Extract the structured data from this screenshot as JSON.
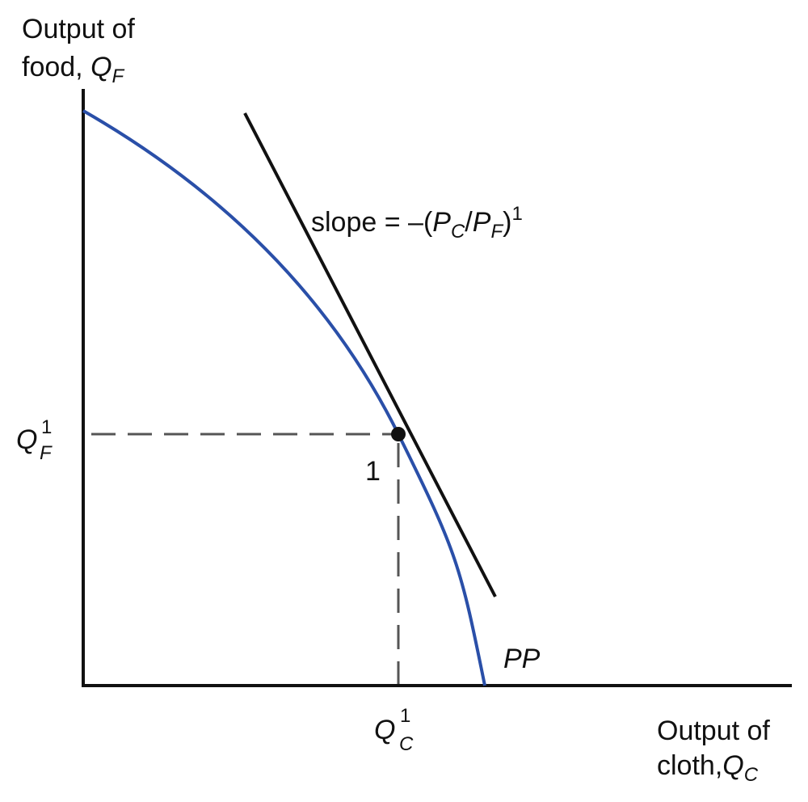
{
  "axes": {
    "y_label_line1": "Output of",
    "y_label_line2_text": "food, ",
    "y_label_var": "Q",
    "y_label_sub": "F",
    "x_label_line1": "Output of",
    "x_label_line2_text": "cloth,",
    "x_label_var": "Q",
    "x_label_sub": "C"
  },
  "tangent": {
    "label_text": "slope = –(",
    "p1": "P",
    "p1_sub": "C",
    "slash": "/",
    "p2": "P",
    "p2_sub": "F",
    "close": ")",
    "sup": "1"
  },
  "curve": {
    "label": "PP",
    "color": "#2a4fa8"
  },
  "point": {
    "label": "1",
    "qf_var": "Q",
    "qf_sup": "1",
    "qf_sub": "F",
    "qc_var": "Q",
    "qc_sup": "1",
    "qc_sub": "C"
  }
}
